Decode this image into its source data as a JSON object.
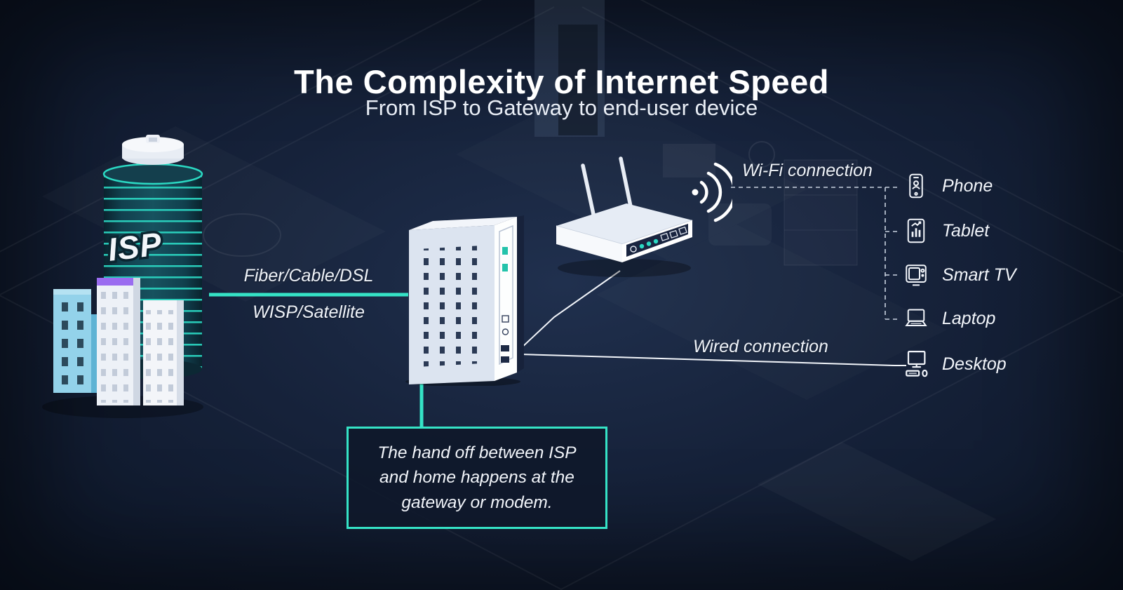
{
  "title": "The Complexity of Internet Speed",
  "subtitle": "From ISP to Gateway to end-user device",
  "isp": {
    "label": "ISP"
  },
  "links": {
    "fiber": "Fiber/Cable/DSL",
    "wisp": "WISP/Satellite",
    "wifi": "Wi-Fi connection",
    "wired": "Wired connection"
  },
  "devices": [
    {
      "label": "Phone",
      "icon": "phone-icon"
    },
    {
      "label": "Tablet",
      "icon": "tablet-icon"
    },
    {
      "label": "Smart TV",
      "icon": "smart-tv-icon"
    },
    {
      "label": "Laptop",
      "icon": "laptop-icon"
    },
    {
      "label": "Desktop",
      "icon": "desktop-icon"
    }
  ],
  "callout": {
    "text": "The hand off between ISP and home happens at the gateway or modem."
  },
  "colors": {
    "accent": "#35e3c6",
    "background": "#121c30",
    "text": "#ffffff",
    "purple_accent": "#9a6cf0",
    "building_blue": "#93d2ea"
  }
}
